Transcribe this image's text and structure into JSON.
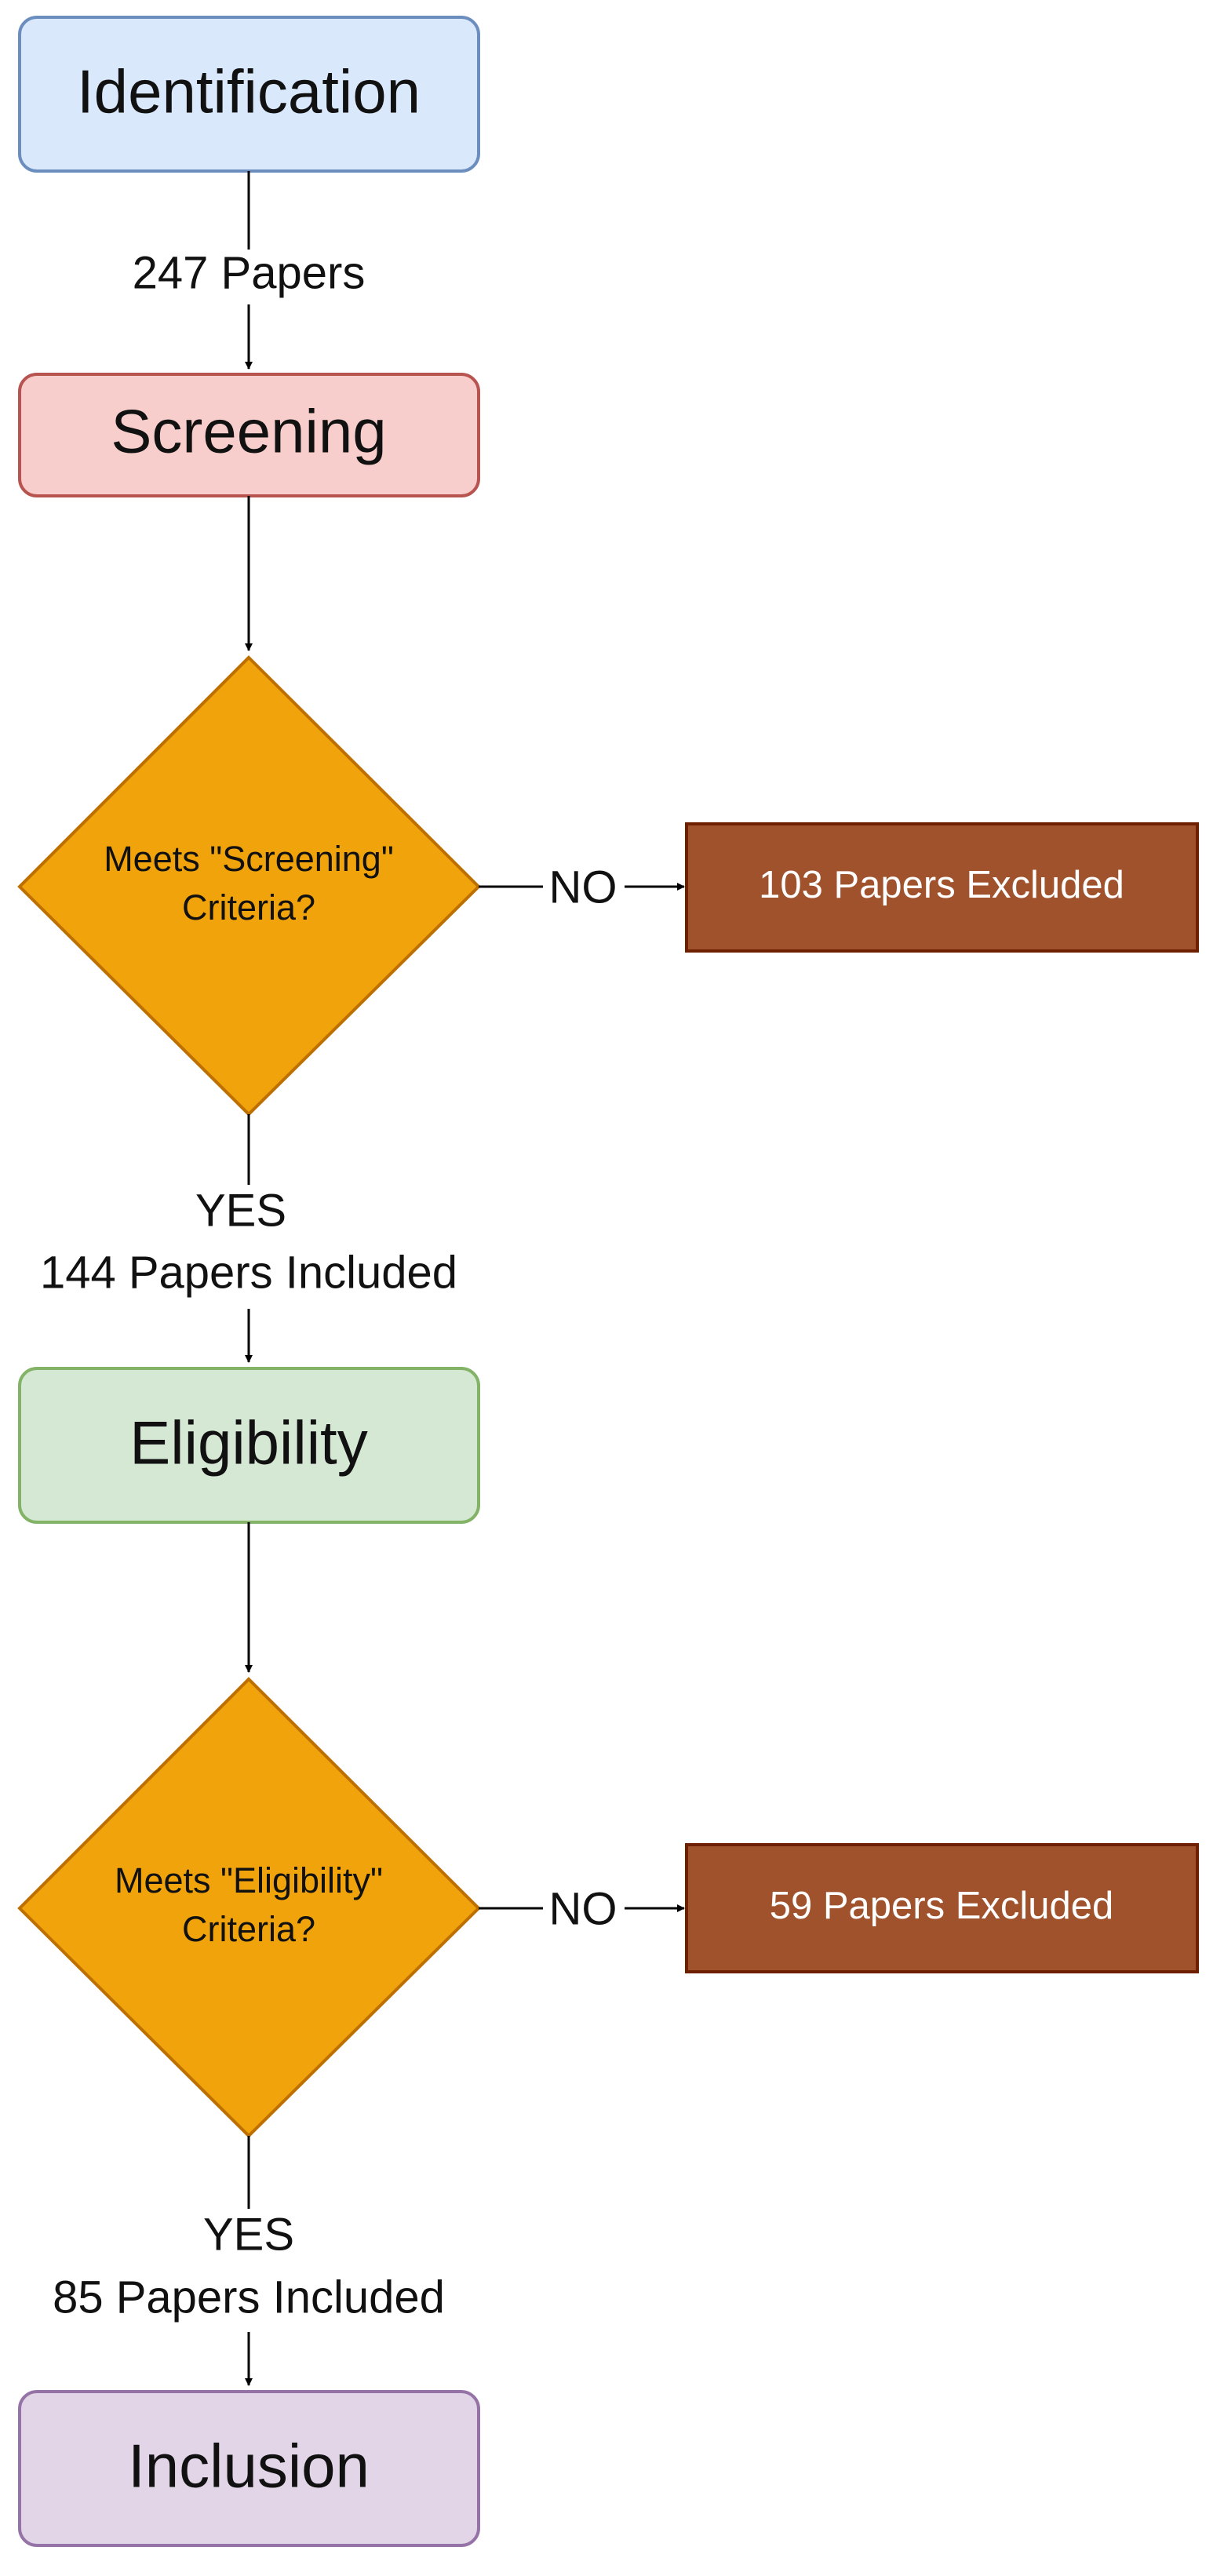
{
  "nodes": {
    "identification": {
      "label": "Identification",
      "fill": "#dae8fc",
      "stroke": "#6c8ebf"
    },
    "screening": {
      "label": "Screening",
      "fill": "#f8cecc",
      "stroke": "#b85450"
    },
    "screening_decision": {
      "line1": "Meets \"Screening\"",
      "line2": "Criteria?",
      "fill": "#f0a30a",
      "stroke": "#bd7000"
    },
    "screening_excluded": {
      "label": "103 Papers Excluded",
      "fill": "#a0522d",
      "stroke": "#6d1f00"
    },
    "eligibility": {
      "label": "Eligibility",
      "fill": "#d5e8d4",
      "stroke": "#82b366"
    },
    "eligibility_decision": {
      "line1": "Meets \"Eligibility\"",
      "line2": "Criteria?",
      "fill": "#f0a30a",
      "stroke": "#bd7000"
    },
    "eligibility_excluded": {
      "label": "59 Papers Excluded",
      "fill": "#a0522d",
      "stroke": "#6d1f00"
    },
    "inclusion": {
      "label": "Inclusion",
      "fill": "#e1d5e7",
      "stroke": "#9673a6"
    }
  },
  "edges": {
    "identification_to_screening": "247 Papers",
    "screening_no": "NO",
    "screening_yes": "YES",
    "screening_included": "144 Papers Included",
    "eligibility_no": "NO",
    "eligibility_yes": "YES",
    "eligibility_included": "85 Papers Included"
  }
}
